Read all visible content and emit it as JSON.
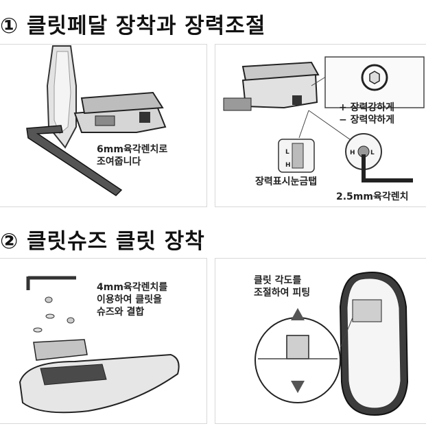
{
  "section1": {
    "title": "① 클릿페달 장착과 장력조절"
  },
  "section2": {
    "title": "② 클릿슈즈 클릿 장착"
  },
  "panel1": {
    "label_line1": "6mm육각렌치로",
    "label_line2": "조여줍니다"
  },
  "panel2": {
    "plus_label": "+ 장력강하게",
    "minus_label": "− 장력약하게",
    "indicator_label": "장력표시눈금탭",
    "wrench_label": "2.5mm육각렌치",
    "dial_letters": [
      "L",
      "H"
    ],
    "knob_letters": [
      "H",
      "L"
    ]
  },
  "panel3": {
    "label_line1": "4mm육각렌치를",
    "label_line2": "이용하여 클릿을",
    "label_line3": "슈즈와 결합"
  },
  "panel4": {
    "label_line1": "클릿 각도를",
    "label_line2": "조절하여 피팅"
  }
}
